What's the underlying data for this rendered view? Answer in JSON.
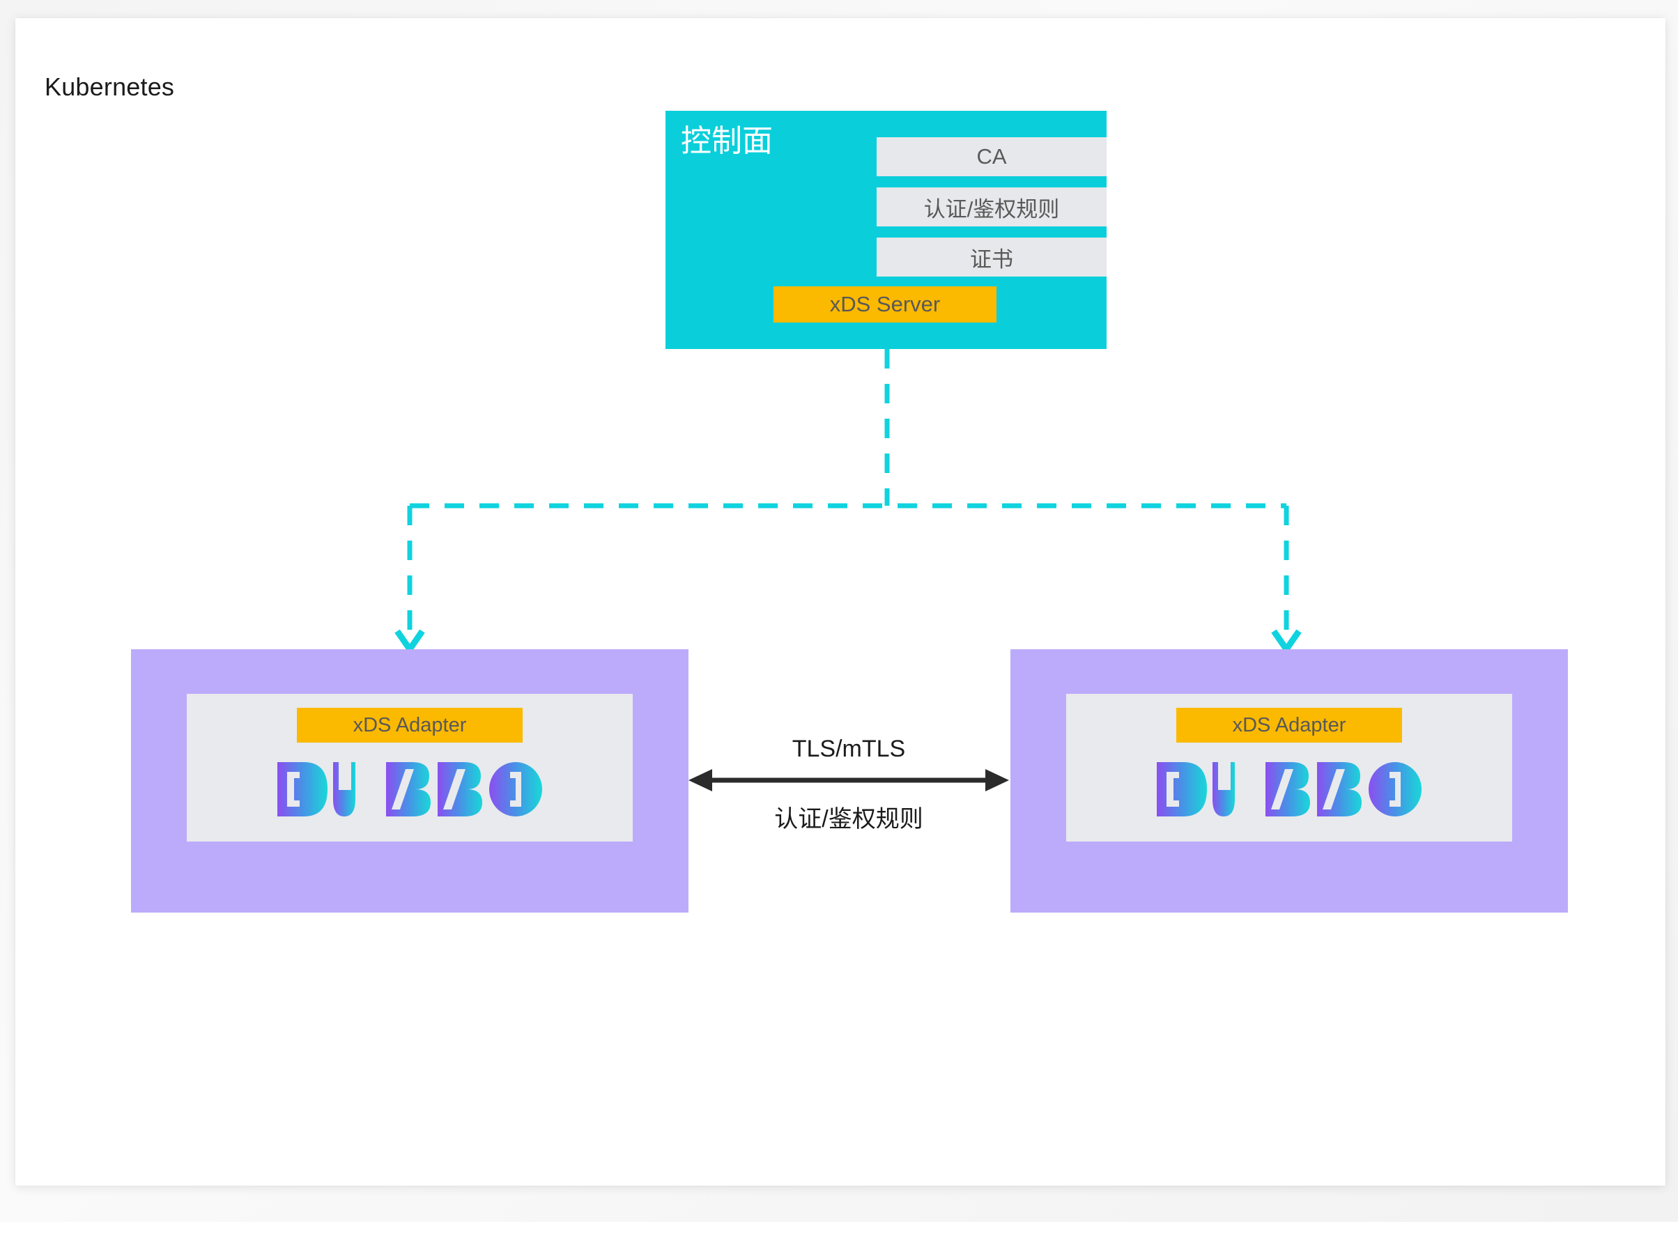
{
  "diagram": {
    "cluster_label": "Kubernetes",
    "control_plane": {
      "title": "控制面",
      "items": [
        {
          "label": "CA"
        },
        {
          "label": "认证/鉴权规则"
        },
        {
          "label": "证书"
        }
      ],
      "xds_server_label": "xDS Server"
    },
    "nodes": [
      {
        "id": "node-left",
        "adapter_label": "xDS Adapter",
        "logo_text": "DUBBO"
      },
      {
        "id": "node-right",
        "adapter_label": "xDS Adapter",
        "logo_text": "DUBBO"
      }
    ],
    "link": {
      "top_label": "TLS/mTLS",
      "bottom_label": "认证/鉴权规则",
      "style": "bidirectional-solid-arrow"
    },
    "connectors": {
      "style": "dashed",
      "direction": "control-plane-to-nodes"
    },
    "colors": {
      "control_plane_fill": "#0acfdb",
      "control_plane_title_text": "#ffffff",
      "control_plane_item_fill": "#e6e8eb",
      "accent_orange": "#fbb900",
      "node_outer_fill": "#bcabfa",
      "node_inner_fill": "#e8eaed",
      "label_text": "#595959",
      "dashed_connector": "#0fd3de",
      "link_arrow": "#2b2b2b",
      "canvas": "#ffffff",
      "logo_gradient_start": "#8b4ff0",
      "logo_gradient_mid": "#4a8fe7",
      "logo_gradient_end": "#18d8d8"
    }
  }
}
